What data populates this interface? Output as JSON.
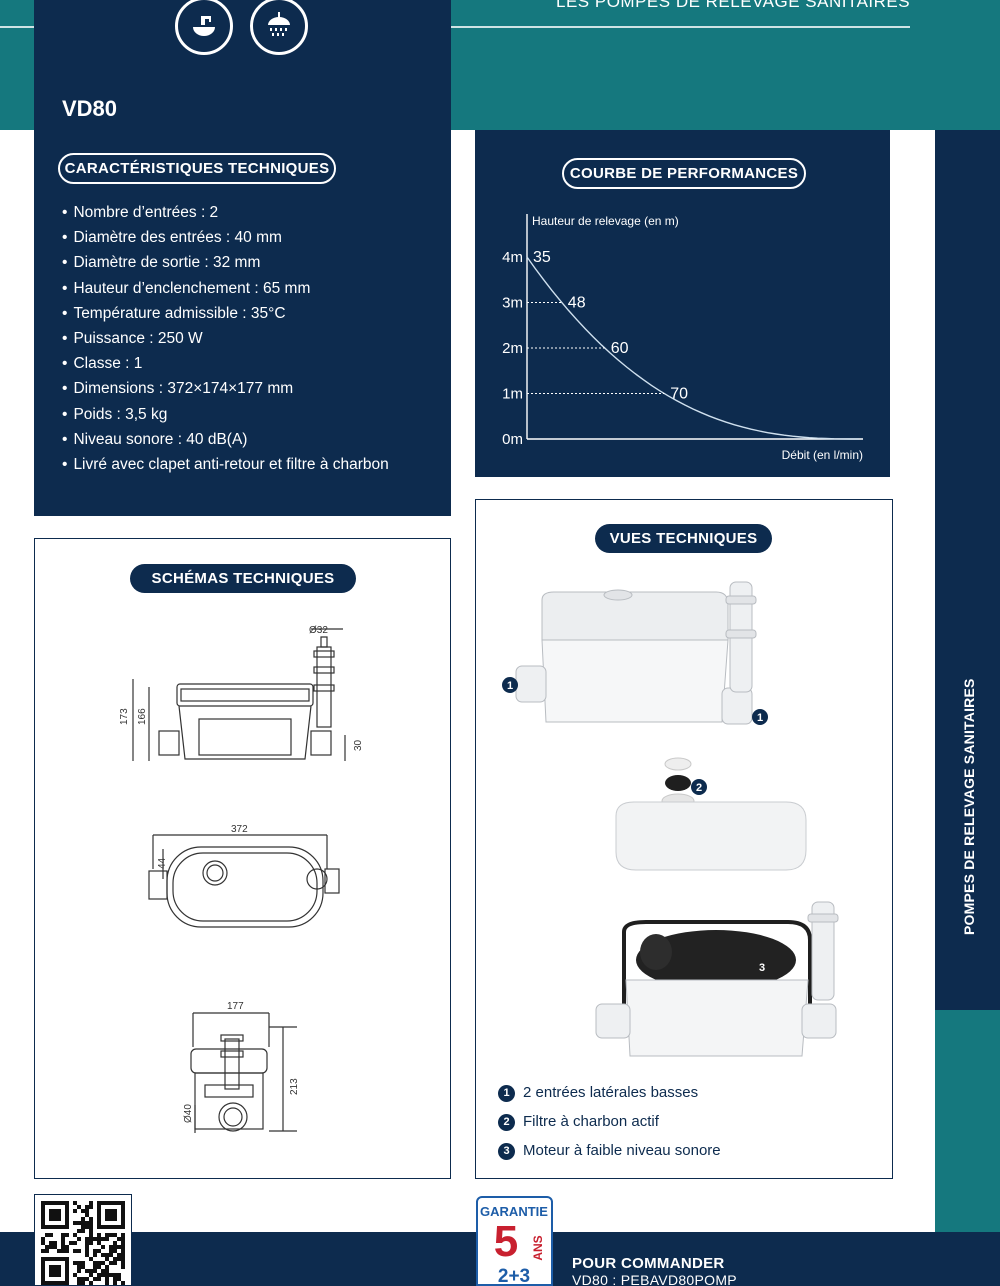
{
  "header": {
    "title": "LES POMPES DE RELEVAGE SANITAIRES",
    "side_label": "POMPES DE RELEVAGE SANITAIRES"
  },
  "icons": [
    "sink-icon",
    "shower-icon"
  ],
  "product": {
    "model": "VD80"
  },
  "specs": {
    "title": "CARACTÉRISTIQUES TECHNIQUES",
    "items": [
      "Nombre d’entrées : 2",
      "Diamètre des entrées : 40 mm",
      "Diamètre de sortie : 32 mm",
      "Hauteur d’enclenchement : 65 mm",
      "Température admissible : 35°C",
      "Puissance : 250 W",
      "Classe : 1",
      "Dimensions : 372×174×177 mm",
      "Poids : 3,5 kg",
      "Niveau sonore : 40 dB(A)",
      "Livré avec clapet anti-retour et filtre à charbon"
    ]
  },
  "performance": {
    "title": "COURBE DE PERFORMANCES"
  },
  "chart_data": {
    "type": "line",
    "ylabel": "Hauteur de relevage (en m)",
    "xlabel": "Débit (en l/min)",
    "y_ticks": [
      "0m",
      "1m",
      "2m",
      "3m",
      "4m"
    ],
    "ylim": [
      0,
      4
    ],
    "points": [
      {
        "label": "35",
        "y": 4
      },
      {
        "label": "48",
        "y": 3
      },
      {
        "label": "60",
        "y": 2
      },
      {
        "label": "70",
        "y": 1
      }
    ],
    "grid": false
  },
  "schemas": {
    "title": "SCHÉMAS TECHNIQUES",
    "dims_side": [
      "Ø32",
      "173",
      "166",
      "30"
    ],
    "dims_top": [
      "372",
      "44"
    ],
    "dims_front": [
      "177",
      "213",
      "Ø40"
    ]
  },
  "vues": {
    "title": "VUES TECHNIQUES",
    "markers": [
      "1",
      "1",
      "2",
      "3"
    ],
    "legend": [
      {
        "num": "1",
        "text": "2 entrées latérales basses"
      },
      {
        "num": "2",
        "text": "Filtre à charbon actif"
      },
      {
        "num": "3",
        "text": "Moteur à faible niveau sonore"
      }
    ]
  },
  "guarantee": {
    "title": "GARANTIE",
    "years": "5",
    "unit": "ANS",
    "split": "2+3"
  },
  "order": {
    "title": "POUR COMMANDER",
    "ref": "VD80 : PEBAVD80POMP"
  },
  "colors": {
    "navy": "#0d2b4e",
    "teal": "#15787e",
    "guarantee_blue": "#1d5da8"
  }
}
